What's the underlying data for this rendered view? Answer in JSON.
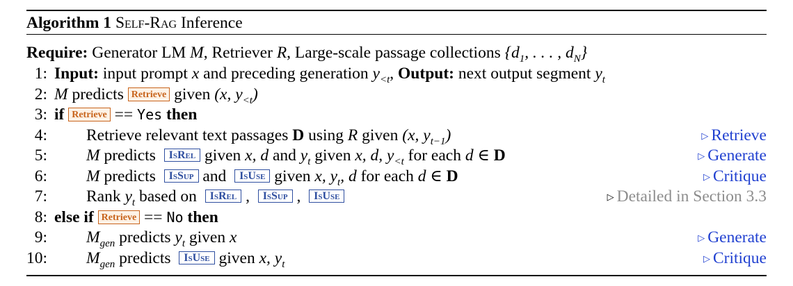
{
  "caption": {
    "label": "Algorithm 1",
    "title_sc": "Self-Rag",
    "title_rest": "Inference"
  },
  "require": {
    "label": "Require:",
    "text_a": "Generator LM",
    "M": "M",
    "text_b": ", Retriever",
    "R": "R",
    "text_c": ", Large-scale passage collections",
    "set": "{d",
    "set_sub1": "1",
    "set_mid": ", . . . , d",
    "set_subN": "N",
    "set_end": "}"
  },
  "tokens": {
    "retrieve": "Retrieve",
    "isrel": "IsRel",
    "issup": "IsSup",
    "isuse": "IsUse"
  },
  "lines": [
    {
      "num": "1:",
      "label_in": "Input:",
      "t1": "input prompt",
      "x": "x",
      "t2": "and preceding generation",
      "y": "y",
      "ysub": "<t",
      "comma": ",",
      "label_out": "Output:",
      "t3": "next output segment",
      "yt": "y",
      "ytsub": "t"
    },
    {
      "num": "2:",
      "M": "M",
      "t1": "predicts",
      "t2": "given",
      "args": "(x, y",
      "argsub": "<t",
      "argend": ")"
    },
    {
      "num": "3:",
      "kw_if": "if",
      "eq": "==",
      "val": "Yes",
      "kw_then": "then"
    },
    {
      "num": "4:",
      "text": "Retrieve relevant text passages",
      "D": "D",
      "t2": "using",
      "R": "R",
      "t3": "given",
      "args": "(x, y",
      "argsub": "t−1",
      "argend": ")",
      "comment": "Retrieve"
    },
    {
      "num": "5:",
      "M": "M",
      "t1": "predicts",
      "t2": "given",
      "x_d": "x, d",
      "t3": "and",
      "y": "y",
      "ysub": "t",
      "t4": "given",
      "xdy": "x, d, y",
      "xdysub": "<t",
      "t5": "for each",
      "d": "d",
      "in": "∈",
      "D": "D",
      "comment": "Generate"
    },
    {
      "num": "6:",
      "M": "M",
      "t1": "predicts",
      "t2": "and",
      "t3": "given",
      "xy": "x, y",
      "xysub": "t",
      "xyend": ", d",
      "t4": "for each",
      "d": "d",
      "in": "∈",
      "D": "D",
      "comment": "Critique"
    },
    {
      "num": "7:",
      "t1": "Rank",
      "y": "y",
      "ysub": "t",
      "t2": "based on",
      "sep": ",",
      "comment": "Detailed in Section 3.3"
    },
    {
      "num": "8:",
      "kw_else": "else if",
      "eq": "==",
      "val": "No",
      "kw_then": "then"
    },
    {
      "num": "9:",
      "M": "M",
      "Msub": "gen",
      "t1": "predicts",
      "y": "y",
      "ysub": "t",
      "t2": "given",
      "x": "x",
      "comment": "Generate"
    },
    {
      "num": "10:",
      "M": "M",
      "Msub": "gen",
      "t1": "predicts",
      "t2": "given",
      "xy": "x, y",
      "xysub": "t",
      "comment": "Critique"
    }
  ],
  "colors": {
    "comment_blue": "#1f3fd0",
    "comment_grey": "#8d8d8d",
    "retrieve_token": "#c8641c",
    "critique_token": "#2f4fa0"
  },
  "icons": {
    "comment_marker": "triangle-right-icon"
  }
}
